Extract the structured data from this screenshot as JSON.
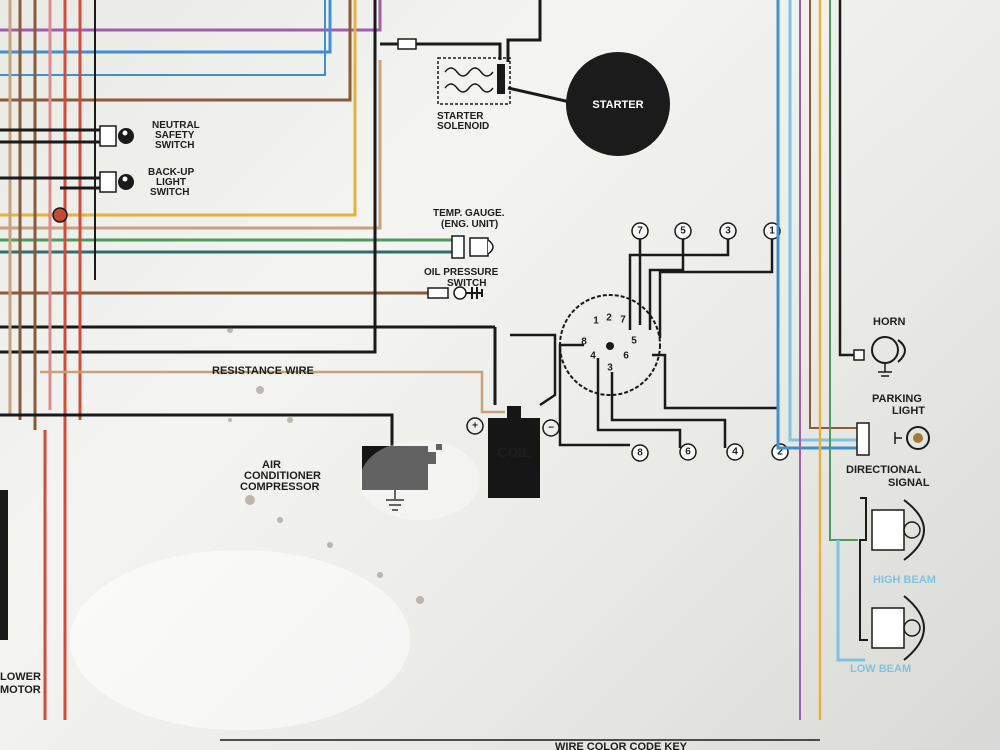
{
  "labels": {
    "starter": "STARTER",
    "starter_solenoid_1": "STARTER",
    "starter_solenoid_2": "SOLENOID",
    "neutral_1": "NEUTRAL",
    "neutral_2": "SAFETY",
    "neutral_3": "SWITCH",
    "backup_1": "BACK-UP",
    "backup_2": "LIGHT",
    "backup_3": "SWITCH",
    "temp_1": "TEMP. GAUGE.",
    "temp_2": "(ENG. UNIT)",
    "oil_1": "OIL PRESSURE",
    "oil_2": "SWITCH",
    "resistance_wire": "RESISTANCE WIRE",
    "ac_1": "AIR",
    "ac_2": "CONDITIONER",
    "ac_3": "COMPRESSOR",
    "coil": "COIL",
    "coil_plus": "+",
    "coil_minus": "−",
    "horn": "HORN",
    "parking_1": "PARKING",
    "parking_2": "LIGHT",
    "directional_1": "DIRECTIONAL",
    "directional_2": "SIGNAL",
    "high_beam": "HIGH BEAM",
    "low_beam": "LOW BEAM",
    "blower_1": "LOWER",
    "blower_2": "MOTOR",
    "wire_key": "WIRE COLOR CODE KEY"
  },
  "connector_pins": [
    "1",
    "2",
    "7",
    "8",
    "4",
    "5",
    "3",
    "6"
  ],
  "top_terminals": [
    "7",
    "5",
    "3",
    "1"
  ],
  "bottom_terminals": [
    "8",
    "6",
    "4",
    "2"
  ],
  "colors": {
    "black": "#1a1a1a",
    "blue": "#3d8fd6",
    "light_blue": "#7fc4df",
    "brown": "#8a5a3a",
    "tan": "#c8a27a",
    "purple": "#a05ea8",
    "yellow": "#e3b43a",
    "green": "#4d9a5c",
    "red": "#d24b3b",
    "pink": "#e08a8a"
  }
}
